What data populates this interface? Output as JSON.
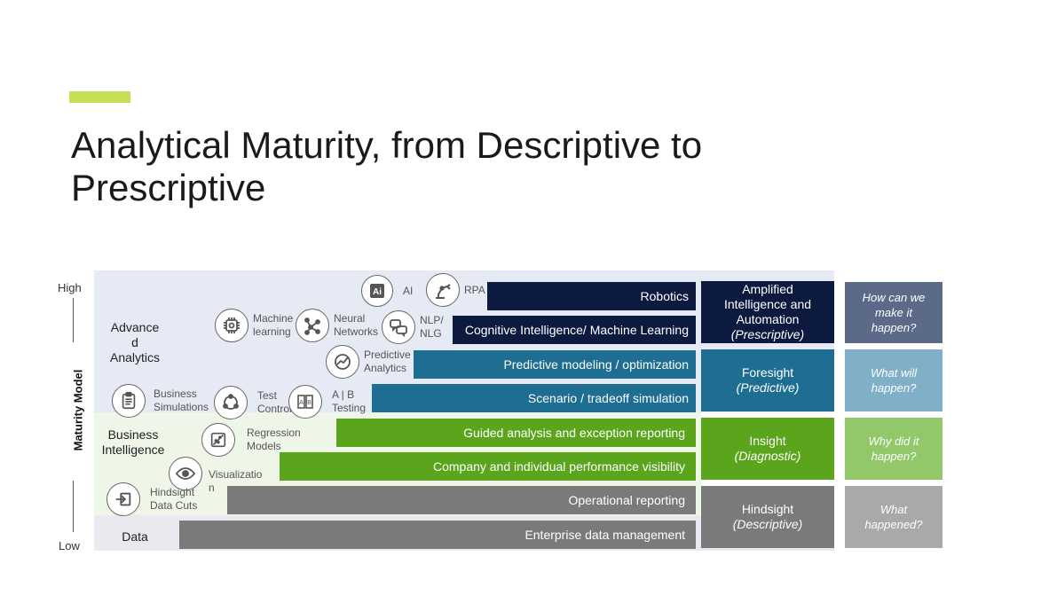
{
  "slide": {
    "title": "Analytical Maturity, from Descriptive to Prescriptive",
    "accent_color": "#c4e052"
  },
  "axis": {
    "high": "High",
    "low": "Low",
    "title": "Maturity Model"
  },
  "categories": {
    "advanced": "Advance d Analytics",
    "bi": "Business Intelligence",
    "data": "Data"
  },
  "bars": {
    "robotics": "Robotics",
    "cognitive": "Cognitive Intelligence/ Machine Learning",
    "predictive_modeling": "Predictive modeling / optimization",
    "scenario": "Scenario / tradeoff simulation",
    "guided": "Guided analysis and exception reporting",
    "company": "Company and individual performance visibility",
    "operational": "Operational reporting",
    "enterprise": "Enterprise data management"
  },
  "stages": {
    "amplified": {
      "title": "Amplified Intelligence and Automation",
      "sub": "(Prescriptive)"
    },
    "foresight": {
      "title": "Foresight",
      "sub": "(Predictive)"
    },
    "insight": {
      "title": "Insight",
      "sub": "(Diagnostic)"
    },
    "hindsight": {
      "title": "Hindsight",
      "sub": "(Descriptive)"
    }
  },
  "questions": {
    "how": "How can we make it happen?",
    "what_will": "What will happen?",
    "why": "Why did it happen?",
    "what": "What happened?"
  },
  "tools": {
    "ai": "AI",
    "rpa": "RPA",
    "machine_learning": "Machine learning",
    "neural_networks": "Neural Networks",
    "nlp": "NLP/ NLG",
    "predictive_analytics": "Predictive Analytics",
    "business_simulations": "Business Simulations",
    "test_control": "Test Control",
    "ab_testing": "A | B Testing",
    "regression": "Regression Models",
    "visualization": "Visualizatio n",
    "hindsight_cuts": "Hindsight Data Cuts"
  },
  "colors": {
    "navy": "#0d1a3f",
    "teal": "#1d6e92",
    "green": "#5aa51c",
    "gray": "#7a7a7a",
    "q_navy": "#5c6a8a",
    "q_teal": "#7fb0c8",
    "q_green": "#92c86a",
    "q_gray": "#a9a9a9"
  }
}
